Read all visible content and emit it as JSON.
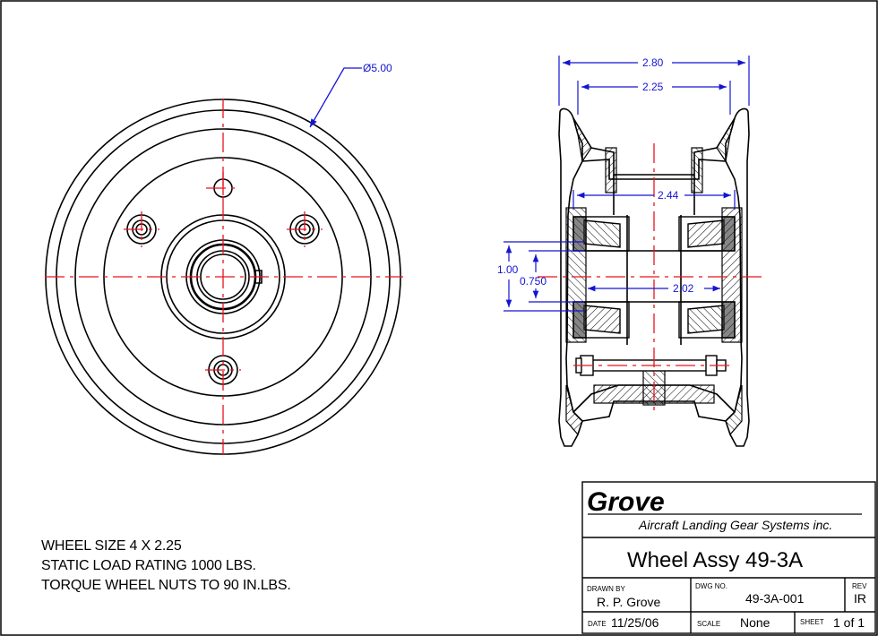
{
  "dimensions": {
    "diameter": "Ø5.00",
    "overall_width": "2.80",
    "rim_width": "2.25",
    "bearing_span": "2.44",
    "bore_outer": "1.00",
    "bore_inner": "0.750",
    "inner_span": "2.02"
  },
  "notes": [
    "WHEEL SIZE  4 X 2.25",
    "STATIC LOAD RATING  1000 LBS.",
    "TORQUE WHEEL NUTS TO 90 IN.LBS."
  ],
  "title_block": {
    "company": "Grove",
    "company_subtitle": "Aircraft Landing Gear Systems inc.",
    "title": "Wheel Assy 49-3A",
    "drawn_by_label": "DRAWN BY",
    "drawn_by": "R. P. Grove",
    "dwg_no_label": "DWG  NO.",
    "dwg_no": "49-3A-001",
    "rev_label": "REV",
    "rev": "IR",
    "date_label": "DATE",
    "date": "11/25/06",
    "scale_label": "SCALE",
    "scale": "None",
    "sheet_label": "SHEET",
    "sheet": "1 of 1"
  },
  "colors": {
    "outline": "#000000",
    "centerline": "#e8141e",
    "dimension": "#1414d2",
    "hatch": "#000000"
  }
}
